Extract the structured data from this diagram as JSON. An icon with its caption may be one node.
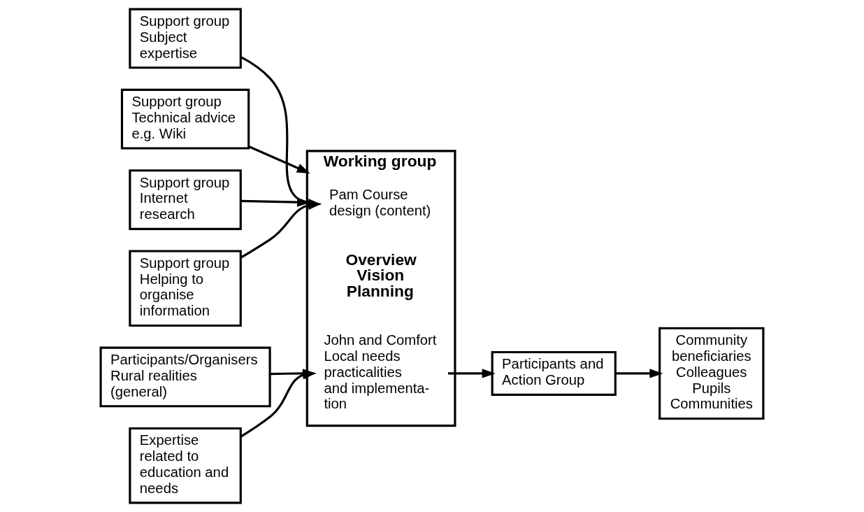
{
  "diagram": {
    "nodes": [
      {
        "text": [
          "Support group Subject expertise"
        ]
      },
      {
        "text": [
          "Support group Technical advice e.g. Wiki"
        ]
      },
      {
        "text": [
          "Participants/Organisers Rural realities (general)"
        ]
      },
      {
        "text": [
          "Support group Internet research"
        ]
      },
      {
        "text": [
          "Working group"
        ]
      },
      {
        "text": [
          "Pam Course design (content)"
        ],
        "in": 4
      },
      {
        "text": [
          "Overview Vision Planning"
        ],
        "in": 4
      },
      {
        "text": [
          "John and Comfort Local needs practicalities and implementa- tion"
        ],
        "in": 4
      },
      {
        "text": [
          "Participants and Action Group"
        ]
      },
      {
        "text": [
          "Support group Helping to organise information"
        ]
      },
      {
        "text": [
          "Community beneficiaries Colleagues Pupils Communities"
        ]
      },
      {
        "text": [
          "Expertise related to education and needs"
        ]
      }
    ],
    "edges": [
      {
        "from": 0,
        "to": 5,
        "arrow": "to"
      },
      {
        "from": 1,
        "to": 4,
        "arrow": "to"
      },
      {
        "from": 2,
        "to": 7,
        "arrow": "to"
      },
      {
        "from": 3,
        "to": 4,
        "arrow": "to"
      },
      {
        "from": 9,
        "to": 5,
        "arrow": "to"
      },
      {
        "from": 7,
        "to": 8,
        "arrow": "to"
      },
      {
        "from": 8,
        "to": 10,
        "arrow": "to"
      },
      {
        "from": 11,
        "to": 7,
        "arrow": "to"
      }
    ]
  }
}
